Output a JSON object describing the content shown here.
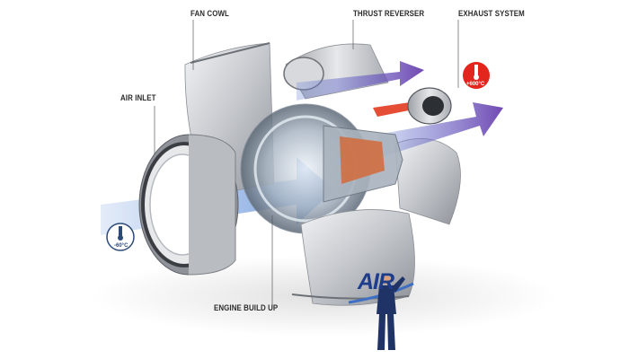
{
  "labels": {
    "fan_cowl": "FAN COWL",
    "thrust_reverser": "THRUST REVERSER",
    "exhaust_system": "EXHAUST SYSTEM",
    "air_inlet": "AIR INLET",
    "engine_build_up": "ENGINE BUILD UP"
  },
  "temperatures": {
    "exhaust": "+600°C",
    "inlet": "-60°C"
  },
  "brand": {
    "logo_text": "AIR"
  },
  "colors": {
    "hot_badge": "#e2261d",
    "cold_badge": "#2b4a7a",
    "airflow_blue": "#5a86d6",
    "exhaust_purple": "#6b4fb0",
    "hot_flow_red": "#e23a1f",
    "cowl_metal": "#c9ccd1"
  }
}
